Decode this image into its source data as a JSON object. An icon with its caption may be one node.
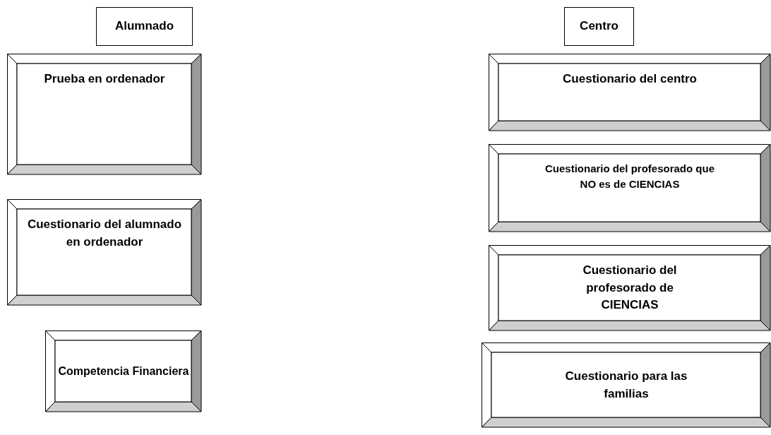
{
  "diagram": {
    "nodes": [
      {
        "text": [
          "Alumnado"
        ]
      },
      {
        "text": [
          "Prueba en ordenador"
        ]
      },
      {
        "text": [
          "Cuestionario del alumnado en ordenador"
        ]
      },
      {
        "text": [
          "Competencia Financiera"
        ]
      },
      {
        "text": [
          "Centro"
        ]
      },
      {
        "text": [
          "Cuestionario del centro"
        ]
      },
      {
        "text": [
          "Cuestionario del profesorado que NO es de CIENCIAS"
        ]
      },
      {
        "text": [
          "Cuestionario del profesorado de CIENCIAS"
        ]
      },
      {
        "text": [
          "Cuestionario para las familias"
        ]
      }
    ]
  }
}
